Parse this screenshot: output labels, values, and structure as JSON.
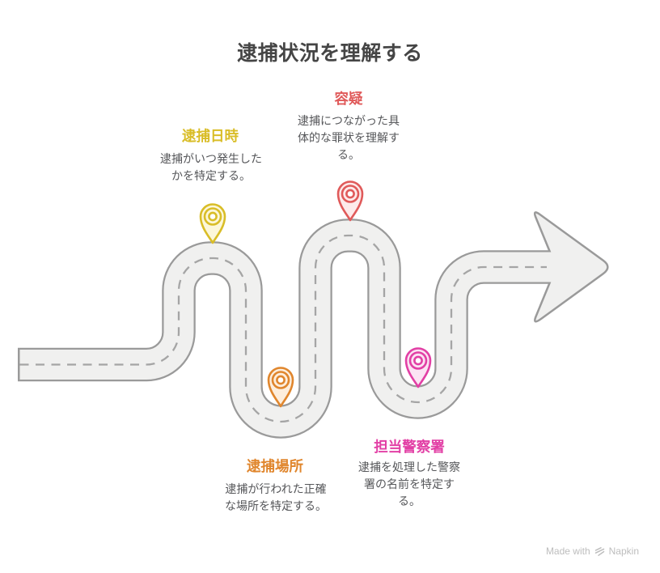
{
  "title": "逮捕状況を理解する",
  "steps": [
    {
      "id": "arrest-datetime",
      "label": "逮捕日時",
      "color": "#d9bd27",
      "tint": "#fcf7d9",
      "icon": "map-pin-icon",
      "desc_lines": [
        "逮捕がいつ発生した",
        "かを特定する。"
      ]
    },
    {
      "id": "suspicion",
      "label": "容疑",
      "color": "#e05a5a",
      "tint": "#fdeaea",
      "icon": "map-pin-icon",
      "desc_lines": [
        "逮捕につながった具",
        "体的な罪状を理解す",
        "る。"
      ]
    },
    {
      "id": "arrest-location",
      "label": "逮捕場所",
      "color": "#e0862d",
      "tint": "#fdeedd",
      "icon": "map-pin-icon",
      "desc_lines": [
        "逮捕が行われた正確",
        "な場所を特定する。"
      ]
    },
    {
      "id": "police-station",
      "label": "担当警察署",
      "color": "#e23fa5",
      "tint": "#fbe3f3",
      "icon": "map-pin-icon",
      "desc_lines": [
        "逮捕を処理した警察",
        "署の名前を特定す",
        "る。"
      ]
    }
  ],
  "road": {
    "fill_color": "#f0f0ef",
    "border_color": "#9a9a9a",
    "dash_color": "#a5a5a5",
    "direction_icon": "arrow-right"
  },
  "text_colors": {
    "title": "#454545",
    "description": "#56575a",
    "watermark": "#bdbdbd"
  },
  "watermark": {
    "prefix": "Made with",
    "brand": "Napkin",
    "icon": "napkin-logo-icon"
  }
}
